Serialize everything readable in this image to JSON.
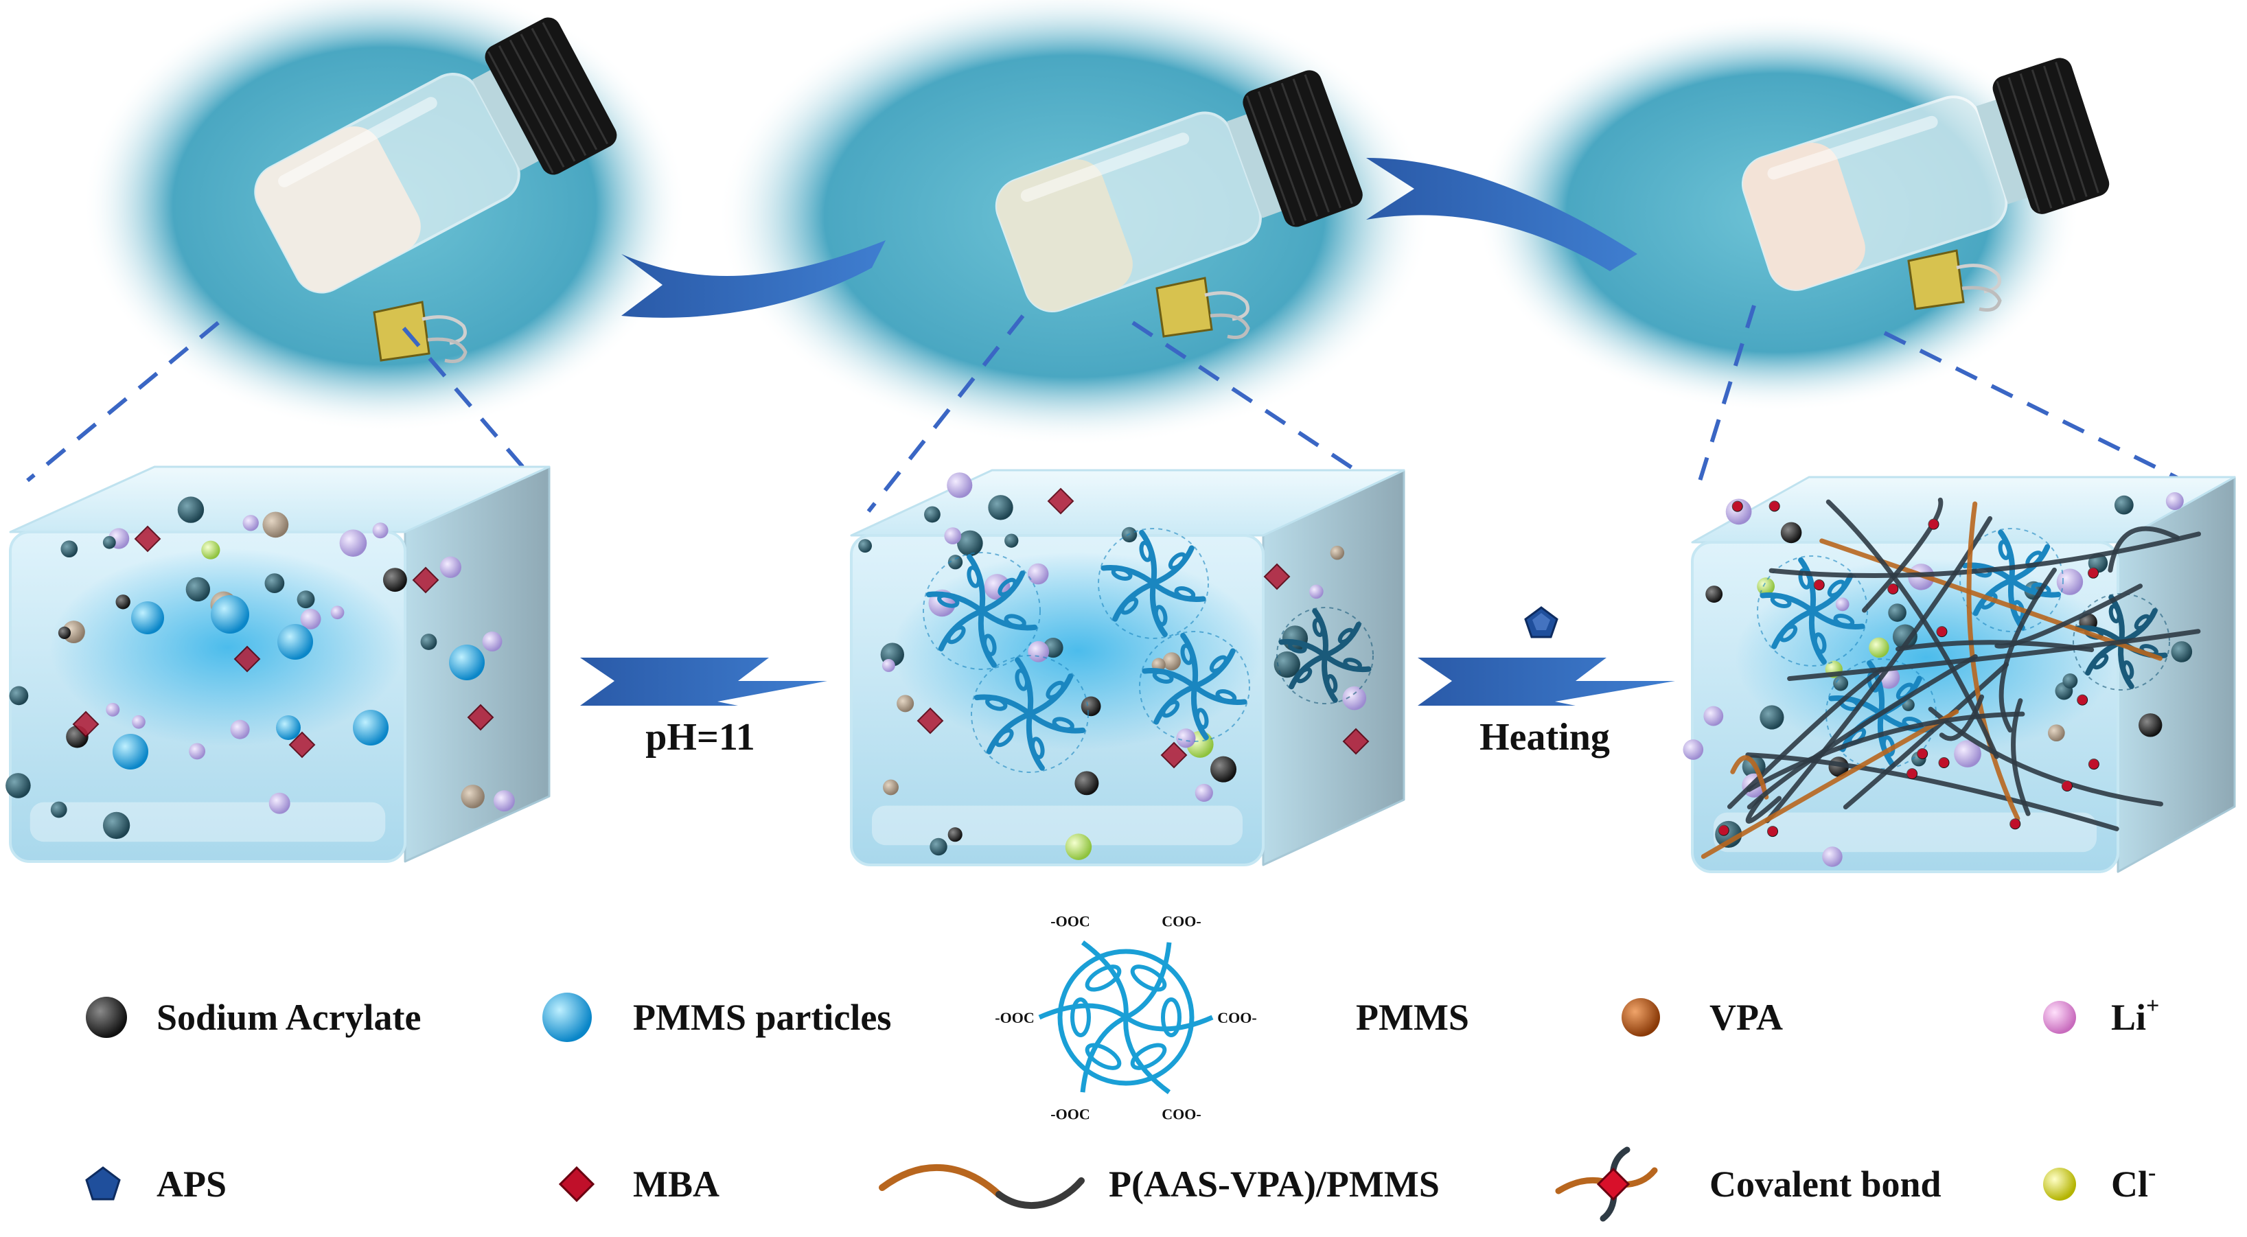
{
  "process": {
    "step1_label": "pH=11",
    "step2_label": "Heating"
  },
  "legend": {
    "row1": [
      {
        "symbol": "sodium-acrylate",
        "label": "Sodium Acrylate"
      },
      {
        "symbol": "pmms-particle",
        "label": "PMMS particles"
      },
      {
        "symbol": "pmms",
        "label": "PMMS"
      },
      {
        "symbol": "vpa",
        "label": "VPA"
      },
      {
        "symbol": "li-ion",
        "label": "Li",
        "sup": "+"
      }
    ],
    "row2": [
      {
        "symbol": "aps",
        "label": "APS"
      },
      {
        "symbol": "mba",
        "label": "MBA"
      },
      {
        "symbol": "polymer-chain",
        "label": "P(AAS-VPA)/PMMS"
      },
      {
        "symbol": "covalent-bond",
        "label": "Covalent bond"
      },
      {
        "symbol": "cl-ion",
        "label": "Cl",
        "sup": "-"
      }
    ]
  },
  "pmms_group_label": "COO",
  "colors": {
    "photo_bg": "#3f9bb5",
    "box_fill": "#bfe6f5",
    "box_edge": "#8ec3da",
    "arrow": "#3568b8",
    "dashed": "#3a66c4",
    "sodium_acrylate": "#2b2b2b",
    "pmms_particle": "#1aa6e0",
    "vpa": "#c25a17",
    "li": "#e08ad6",
    "aps": "#1f4f9c",
    "mba": "#c0102a",
    "cl": "#e6e600",
    "chain_dark": "#2f3b45",
    "chain_brown": "#b8661e",
    "pmms_line": "#1a9fd6"
  }
}
